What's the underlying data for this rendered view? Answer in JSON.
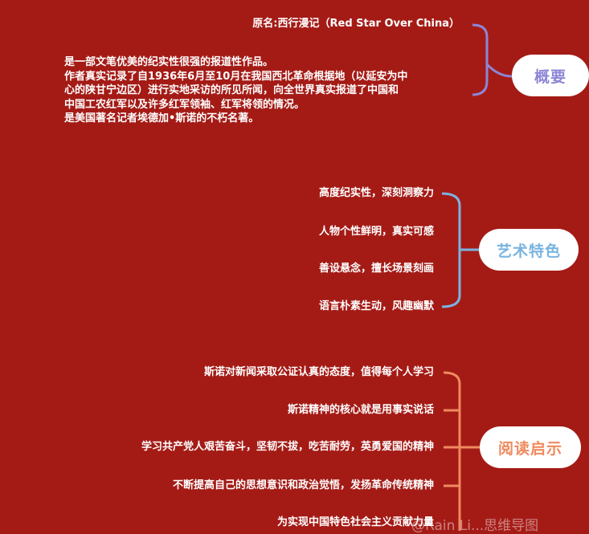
{
  "colors": {
    "background": "#a41b16",
    "branch_summary": "#8d86d6",
    "branch_art": "#7ab4e0",
    "branch_reading": "#ef8a5e",
    "node_bg": "#ffffff"
  },
  "summary": {
    "node_label": "概要",
    "original_title": "原名:西行漫记（Red Star Over China）",
    "lines": [
      "是一部文笔优美的纪实性很强的报道性作品。",
      "作者真实记录了自1936年6月至10月在我国西北革命根据地（以延安为中",
      "心的陕甘宁边区）进行实地采访的所见所闻，向全世界真实报道了中国和",
      "中国工农红军以及许多红军领袖、红军将领的情况。",
      "是美国著名记者埃德加•斯诺的不朽名著。"
    ]
  },
  "art": {
    "node_label": "艺术特色",
    "items": [
      "高度纪实性，深刻洞察力",
      "人物个性鲜明，真实可感",
      "善设悬念，擅长场景刻画",
      "语言朴素生动，风趣幽默"
    ]
  },
  "reading": {
    "node_label": "阅读启示",
    "items": [
      "斯诺对新闻采取公证认真的态度，值得每个人学习",
      "斯诺精神的核心就是用事实说话",
      "学习共产党人艰苦奋斗，坚韧不拔，吃苦耐劳，英勇爱国的精神",
      "不断提高自己的思想意识和政治觉悟，发扬革命传统精神",
      "为实现中国特色社会主义贡献力量"
    ]
  },
  "watermark": "@Rain Li...思维导图"
}
